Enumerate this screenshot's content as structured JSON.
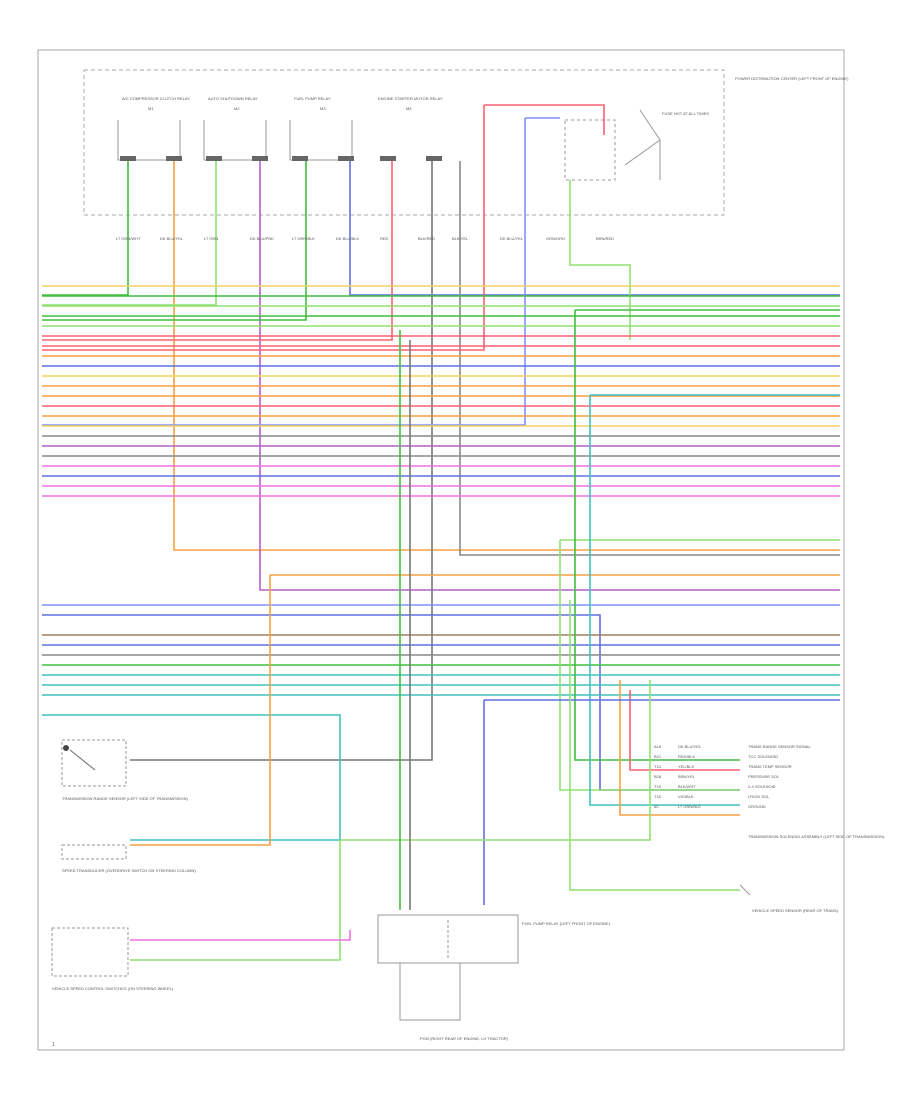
{
  "page_number": "1",
  "modules": [
    {
      "name": "A/C COMPRESSOR CLUTCH RELAY",
      "id": "M1"
    },
    {
      "name": "AUTO SHUTDOWN RELAY",
      "id": "M2"
    },
    {
      "name": "FUEL PUMP RELAY",
      "id": "M3"
    },
    {
      "name": "ENGINE STARTER MOTOR RELAY",
      "id": "M4"
    }
  ],
  "right_module_title": "POWER DISTRIBUTION CENTER (LEFT FRONT OF ENGINE)",
  "fuel_relay_label": "FUSE HOT AT ALL TIMES",
  "wire_labels_top": [
    "LT GRN/WHT",
    "DK BLU/YEL",
    "LT GRN",
    "DK BLU/PNK",
    "LT GRN/BLK",
    "DK BLU/BLK",
    "RED",
    "BLK/RED",
    "BLK/YEL",
    "DK BLU/YEL",
    "GRN/ORG",
    "BRN/RED"
  ],
  "left_components": [
    {
      "name": "TRANSMISSION RANGE SENSOR (LEFT SIDE OF TRANSMISSION)"
    },
    {
      "name": "SPEED TRANSDUCER (OVERDRIVE SWITCH ON STEERING COLUMN)"
    },
    {
      "name": "VEHICLE SPEED CONTROL SWITCHES (ON STEERING WHEEL)"
    }
  ],
  "trans_harness": {
    "title": "TRANSMISSION SOLENOID ASSEMBLY (LEFT SIDE OF TRANSMISSION)",
    "rows": [
      {
        "pin": "A16",
        "color": "DK BLU/YEL",
        "func": "TRANS RANGE SENSOR SIGNAL"
      },
      {
        "pin": "B21",
        "color": "RED/BLK",
        "func": "TCC SOLENOID"
      },
      {
        "pin": "T14",
        "color": "YEL/BLK",
        "func": "TRANS TEMP SENSOR"
      },
      {
        "pin": "B28",
        "color": "BRN/YEL",
        "func": "PRESSURE SOL"
      },
      {
        "pin": "T15",
        "color": "BLK/WHT",
        "func": "2-4 SOLENOID"
      },
      {
        "pin": "T16",
        "color": "VIO/BLK",
        "func": "LR/OD SOL"
      },
      {
        "pin": "60",
        "color": "LT GRN/BLK",
        "func": "GROUND"
      }
    ]
  },
  "fuel_relay_bottom": "FUEL PUMP RELAY (LEFT FRONT OF ENGINE)",
  "sensor_label": "VEHICLE SPEED SENSOR (REAR OF TRANS)",
  "footer_label": "PCM (RIGHT REAR OF ENGINE, LH TRACTOR)",
  "colors": {
    "frame": "#aaaaaa",
    "green": "#3fbf3f",
    "orange": "#f5a040",
    "violet": "#b060c8",
    "blue": "#6070e0",
    "red": "#ff6070",
    "yellow": "#f0d060",
    "pink": "#f070e0",
    "cyan": "#40c0c0",
    "lightgreen": "#90e070",
    "gray": "#888888",
    "brown": "#a08060",
    "lightblue": "#8090ff"
  }
}
